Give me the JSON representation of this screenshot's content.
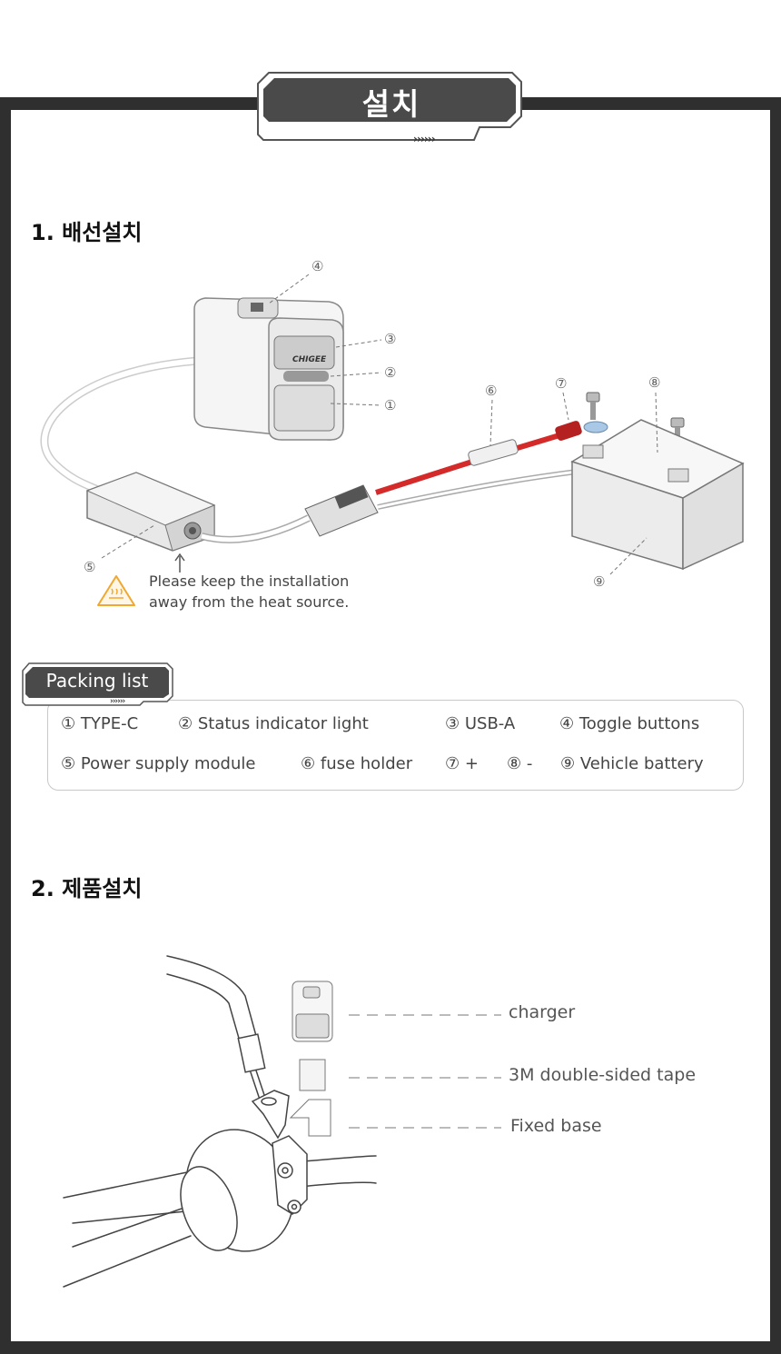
{
  "header": {
    "title": "설치",
    "chevrons": "››››››"
  },
  "sections": [
    {
      "title": "1. 배선설치"
    },
    {
      "title": "2. 제품설치"
    }
  ],
  "wiring_diagram": {
    "callouts": [
      "④",
      "③",
      "②",
      "①",
      "⑥",
      "⑦",
      "⑧",
      "⑤",
      "⑨"
    ],
    "warning_icon": "heat-warning-icon",
    "warning_lines": [
      "Please keep the installation",
      "away from the heat source."
    ]
  },
  "packing_list": {
    "title": "Packing list",
    "chevrons": "››››››",
    "items": [
      "① TYPE-C",
      "② Status indicator light",
      "③ USB-A",
      "④ Toggle buttons",
      "⑤ Power supply module",
      "⑥ fuse holder",
      "⑦ +",
      "⑧ -",
      "⑨ Vehicle battery"
    ]
  },
  "product_install": {
    "labels": [
      "charger",
      "3M double-sided tape",
      "Fixed base"
    ]
  },
  "colors": {
    "frame": "#2f2f2f",
    "tag": "#4a4a4a",
    "cable_red": "#d42a2a",
    "warning": "#f0a830",
    "ring": "#a9c8e6"
  }
}
